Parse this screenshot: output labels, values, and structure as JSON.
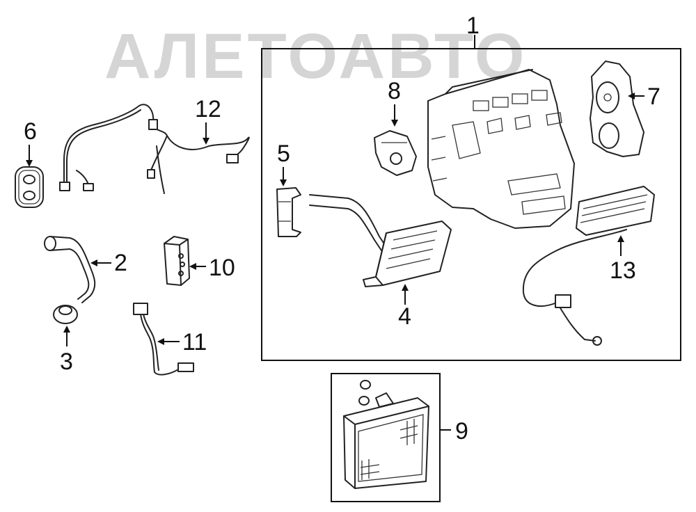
{
  "watermark": "АЛЕТОАВТО",
  "callouts": {
    "c1": "1",
    "c2": "2",
    "c3": "3",
    "c4": "4",
    "c5": "5",
    "c6": "6",
    "c7": "7",
    "c8": "8",
    "c9": "9",
    "c10": "10",
    "c11": "11",
    "c12": "12",
    "c13": "13"
  }
}
